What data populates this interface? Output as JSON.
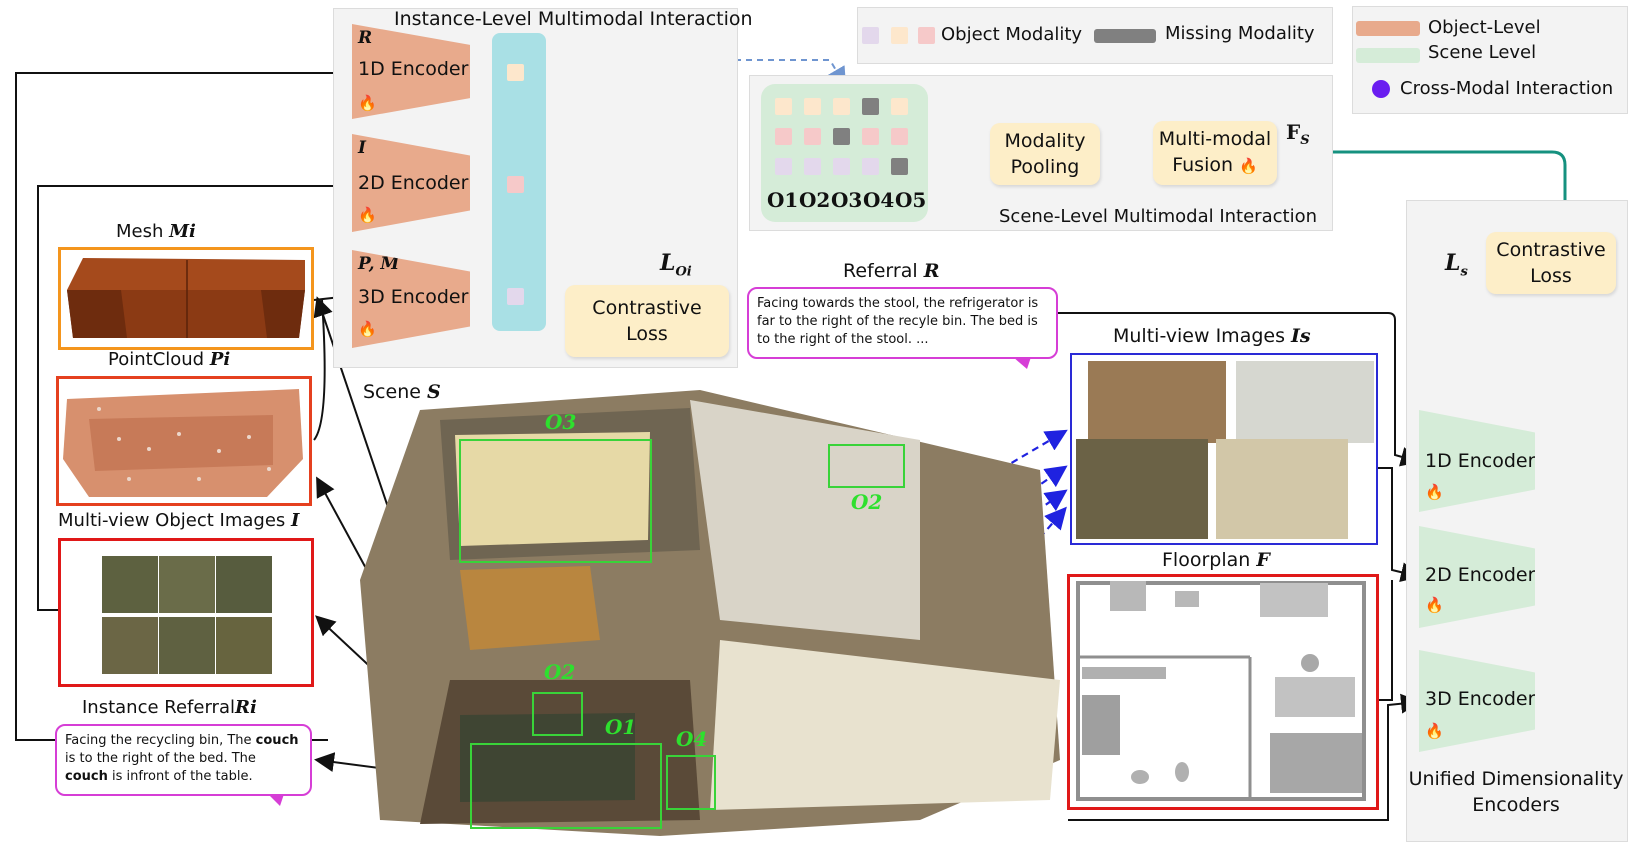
{
  "instance_panel": {
    "title": "Instance-Level Multimodal Interaction",
    "enc_1d": {
      "symbol": "R",
      "label": "1D Encoder"
    },
    "enc_2d": {
      "symbol": "I",
      "label": "2D Encoder"
    },
    "enc_3d": {
      "symbol": "P, M",
      "label": "3D Encoder"
    },
    "loss_symbol": "L",
    "loss_sub": "Oi",
    "loss_label_1": "Contrastive",
    "loss_label_2": "Loss"
  },
  "legend_modality": {
    "object_label": "Object Modality",
    "missing_label": "Missing Modality",
    "colors": {
      "lavender": "#e3d8ec",
      "peach": "#fde7cc",
      "pink": "#f6c9c9",
      "gray": "#808080"
    }
  },
  "legend_level": {
    "object_label": "Object-Level",
    "scene_label": "Scene Level",
    "cross_label": "Cross-Modal  Interaction",
    "colors": {
      "object": "#e8aa8c",
      "scene": "#d5ecd8",
      "cross": "#6a1df0"
    }
  },
  "scene_panel": {
    "title": "Scene-Level Multimodal Interaction",
    "objects": [
      "O1",
      "O2",
      "O3",
      "O4",
      "O5"
    ],
    "pooling_1": "Modality",
    "pooling_2": "Pooling",
    "fusion_1": "Multi-modal",
    "fusion_2": "Fusion",
    "fs_symbol": "F",
    "fs_sub": "S"
  },
  "unified": {
    "loss_symbol": "L",
    "loss_sub": "s",
    "loss_1": "Contrastive",
    "loss_2": "Loss",
    "enc_1d": "1D Encoder",
    "enc_2d": "2D Encoder",
    "enc_3d": "3D Encoder",
    "caption_1": "Unified Dimensionality",
    "caption_2": "Encoders"
  },
  "left_column": {
    "mesh_label": "Mesh",
    "mesh_symbol": "Mi",
    "pointcloud_label": "PointCloud",
    "pointcloud_symbol": "Pi",
    "mvimages_label": "Multi-view Object Images",
    "mvimages_symbol": "I",
    "referral_label": "Instance Referral",
    "referral_symbol": "Ri",
    "referral_text_parts": [
      "Facing the recycling bin, The ",
      "couch",
      " is to  the right of the bed. The ",
      "couch",
      " is infront of the table."
    ]
  },
  "scene": {
    "label": "Scene",
    "symbol": "S",
    "boxes": [
      "O3",
      "O2",
      "O2",
      "O1",
      "O4"
    ]
  },
  "right_inputs": {
    "referral_label": "Referral",
    "referral_symbol": "R",
    "referral_text": "Facing towards the stool, the refrigerator is far to the right of the recyle bin. The bed is to the right of the stool. ...",
    "mv_label": "Multi-view Images",
    "mv_symbol": "Is",
    "floor_label": "Floorplan",
    "floor_symbol": "F"
  }
}
